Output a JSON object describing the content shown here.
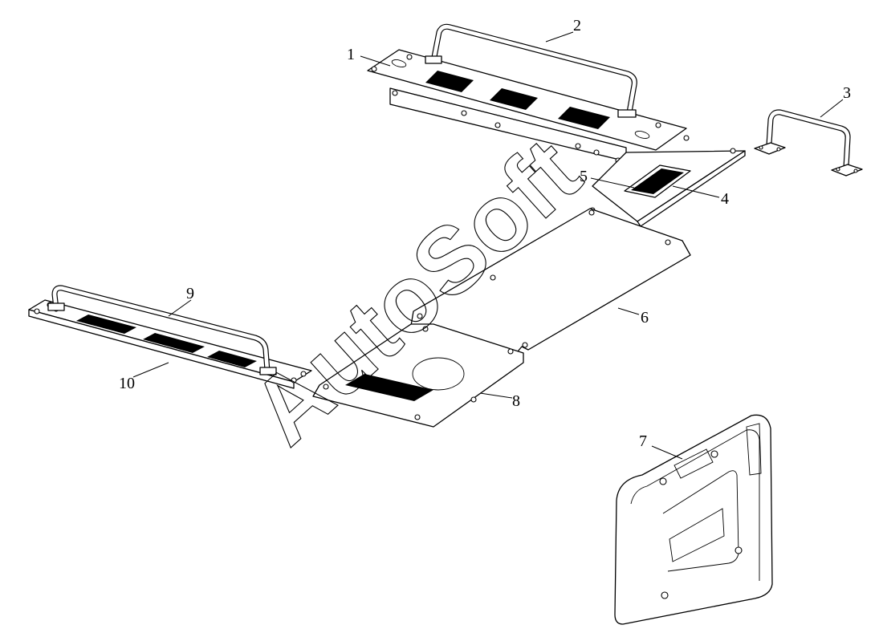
{
  "watermark": "AutoSoft",
  "callouts": [
    "1",
    "2",
    "3",
    "4",
    "5",
    "6",
    "7",
    "8",
    "9",
    "10"
  ],
  "colors": {
    "line": "#000000",
    "background": "#ffffff"
  }
}
